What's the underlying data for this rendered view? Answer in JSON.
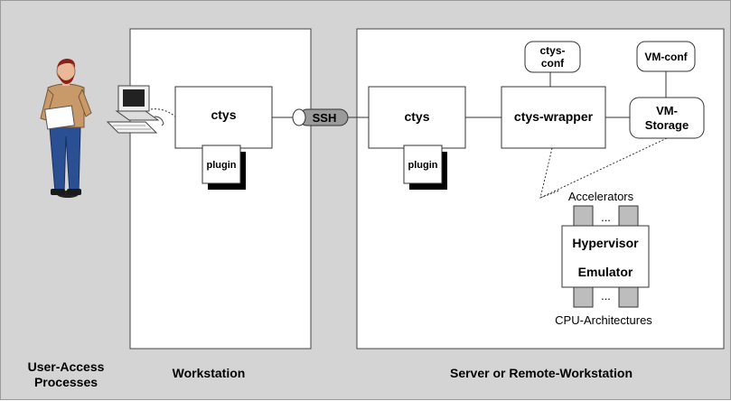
{
  "nodes": {
    "ctys_local": "ctys",
    "plugin_local": "plugin",
    "ssh": "SSH",
    "ctys_remote": "ctys",
    "plugin_remote": "plugin",
    "ctys_wrapper": "ctys-wrapper",
    "ctys_conf_line1": "ctys-",
    "ctys_conf_line2": "conf",
    "vm_conf": "VM-conf",
    "vm_storage_line1": "VM-",
    "vm_storage_line2": "Storage",
    "accelerators": "Accelerators",
    "ellipsis_top": "...",
    "hypervisor": "Hypervisor",
    "emulator": "Emulator",
    "ellipsis_bottom": "...",
    "cpu_architectures": "CPU-Architectures"
  },
  "labels": {
    "user_access_line1": "User-Access",
    "user_access_line2": "Processes",
    "workstation": "Workstation",
    "server": "Server or Remote-Workstation"
  },
  "colors": {
    "background": "#d4d4d4",
    "panel": "#ffffff",
    "shadow": "#000000",
    "connector": "#9a9a9a",
    "figure_shirt": "#c89a6a",
    "figure_pants": "#2a4f93",
    "figure_hair": "#8b1e16"
  }
}
